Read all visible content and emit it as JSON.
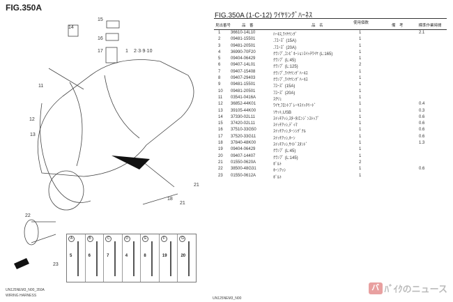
{
  "figure": {
    "title": "FIG.350A"
  },
  "callouts": [
    "15",
    "14",
    "16",
    "17",
    "1",
    "2·3·9·10",
    "11",
    "12",
    "13",
    "22",
    "23",
    "18",
    "21",
    "21"
  ],
  "clamp_boxes": [
    {
      "letter": "A",
      "part": "5"
    },
    {
      "letter": "B",
      "part": "6"
    },
    {
      "letter": "C",
      "part": "7"
    },
    {
      "letter": "D",
      "part": "4"
    },
    {
      "letter": "E",
      "part": "8"
    },
    {
      "letter": "F",
      "part": "19"
    },
    {
      "letter": "G",
      "part": "20"
    }
  ],
  "table": {
    "title": "FIG.350A (1-C-12) ﾜｲﾔﾘﾝｸﾞﾊｰﾈｽ",
    "headers": {
      "no": "見出番号",
      "part": "品　番",
      "name": "品　名",
      "qty": "使用個数",
      "note": "備　考",
      "time": "標準作業時間"
    },
    "rows": [
      {
        "no": "1",
        "part": "36610-14L10",
        "name": "ﾊｰﾈｽ,ﾜｲﾔﾘﾝｸﾞ",
        "qty": "1",
        "time": "2.1"
      },
      {
        "no": "2",
        "part": "09481-15501",
        "name": ".ﾌﾕｰｽﾞ (15A)",
        "qty": "1",
        "time": ""
      },
      {
        "no": "3",
        "part": "09481-20501",
        "name": ".ﾌﾕｰｽﾞ (20A)",
        "qty": "1",
        "time": ""
      },
      {
        "no": "4",
        "part": "36990-70F20",
        "name": "ｸﾗﾝﾌﾟ,ｺﾝﾋﾞﾈｰｼｮﾝｽｲｯﾁﾜｲﾔ (L:165)",
        "qty": "1",
        "time": ""
      },
      {
        "no": "5",
        "part": "09404-06429",
        "name": "ｸﾗﾝﾌﾟ (L:45)",
        "qty": "1",
        "time": ""
      },
      {
        "no": "6",
        "part": "09407-14L01",
        "name": "ｸﾗﾝﾌﾟ (L:125)",
        "qty": "2",
        "time": ""
      },
      {
        "no": "7",
        "part": "09407-15408",
        "name": "ｸﾗﾝﾌﾟ,ﾜｲﾔﾘﾝｸﾞﾊｰﾈｽ",
        "qty": "1",
        "time": ""
      },
      {
        "no": "8",
        "part": "09407-29403",
        "name": "ｸﾗﾝﾌﾟ,ﾜｲﾔﾘﾝｸﾞﾊｰﾈｽ",
        "qty": "1",
        "time": ""
      },
      {
        "no": "9",
        "part": "09481-15501",
        "name": "ﾌﾕｰｽﾞ (15A)",
        "qty": "1",
        "time": ""
      },
      {
        "no": "10",
        "part": "09481-20501",
        "name": "ﾌﾕｰｽﾞ (20A)",
        "qty": "1",
        "time": ""
      },
      {
        "no": "11",
        "part": "03541-0416A",
        "name": "ｽｸﾘｭ",
        "qty": "1",
        "time": ""
      },
      {
        "no": "12",
        "part": "36852-44K01",
        "name": "ﾜｲﾔ,ﾌﾛﾝﾄﾌﾞﾚｰｷｽｲｯﾁﾘｰﾄﾞ",
        "qty": "1",
        "time": "0.4"
      },
      {
        "no": "13",
        "part": "39105-44K00",
        "name": "ｿｹｯﾄ,USB",
        "qty": "1",
        "time": "0.3"
      },
      {
        "no": "14",
        "part": "37330-02L11",
        "name": "ｽｲｯﾁｱｯｼ,ｽﾀｰﾀ/ｴﾝｼﾞﾝｽﾄｯﾌﾟ",
        "qty": "1",
        "time": "0.6"
      },
      {
        "no": "15",
        "part": "37420-02L11",
        "name": "ｽｲｯﾁｱｯｼ,ﾃﾞｨﾏ",
        "qty": "1",
        "time": "0.6"
      },
      {
        "no": "16",
        "part": "37510-33G50",
        "name": "ｽｲｯﾁｱｯｼ,ﾀｰﾝｼｸﾞﾅﾙ",
        "qty": "1",
        "time": "0.6"
      },
      {
        "no": "17",
        "part": "37520-33G11",
        "name": "ｽｲｯﾁｱｯｼ,ﾎｰﾝ",
        "qty": "1",
        "time": "0.6"
      },
      {
        "no": "18",
        "part": "37840-48K00",
        "name": "ｽｲｯﾁｱｯｼ,ｻｲﾄﾞｽﾀﾝﾄﾞ",
        "qty": "1",
        "time": "1.3"
      },
      {
        "no": "19",
        "part": "09404-06429",
        "name": "ｸﾗﾝﾌﾟ (L:45)",
        "qty": "1",
        "time": ""
      },
      {
        "no": "20",
        "part": "09407-14407",
        "name": "ｸﾗﾝﾌﾟ (L:145)",
        "qty": "1",
        "time": ""
      },
      {
        "no": "21",
        "part": "01550-0620A",
        "name": "ﾎﾞﾙﾄ",
        "qty": "2",
        "time": ""
      },
      {
        "no": "22",
        "part": "38500-48G31",
        "name": "ﾎｰﾝｱｯｼ",
        "qty": "1",
        "time": "0.6"
      },
      {
        "no": "23",
        "part": "01550-0612A",
        "name": "ﾎﾞﾙﾄ",
        "qty": "1",
        "time": ""
      }
    ]
  },
  "footer": {
    "left_line1": "UN125NEM3_N00_350A",
    "left_line2": "WIRING HARNESS",
    "center": "UN125NEM3_N00",
    "logo": "ﾊﾞｲｸのニュース",
    "logo_mark": "バ"
  }
}
